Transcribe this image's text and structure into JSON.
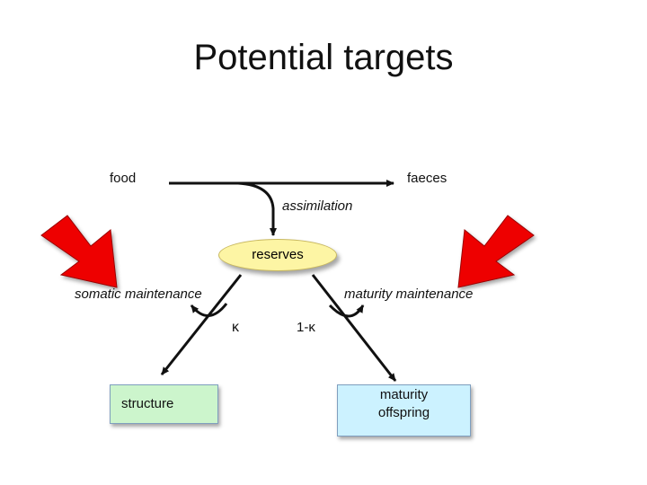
{
  "title": "Potential targets",
  "labels": {
    "food": "food",
    "faeces": "faeces",
    "assimilation": "assimilation",
    "reserves": "reserves",
    "somatic_maintenance": "somatic maintenance",
    "maturity_maintenance": "maturity maintenance",
    "kappa": "κ",
    "one_minus_kappa": "1-κ",
    "structure": "structure",
    "maturity": "maturity",
    "offspring": "offspring"
  },
  "colors": {
    "target_arrow": "#ee0000",
    "reserves_fill": "#fdf5a4",
    "structure_fill": "#ccf5cc",
    "maturity_fill": "#ccf2ff"
  }
}
